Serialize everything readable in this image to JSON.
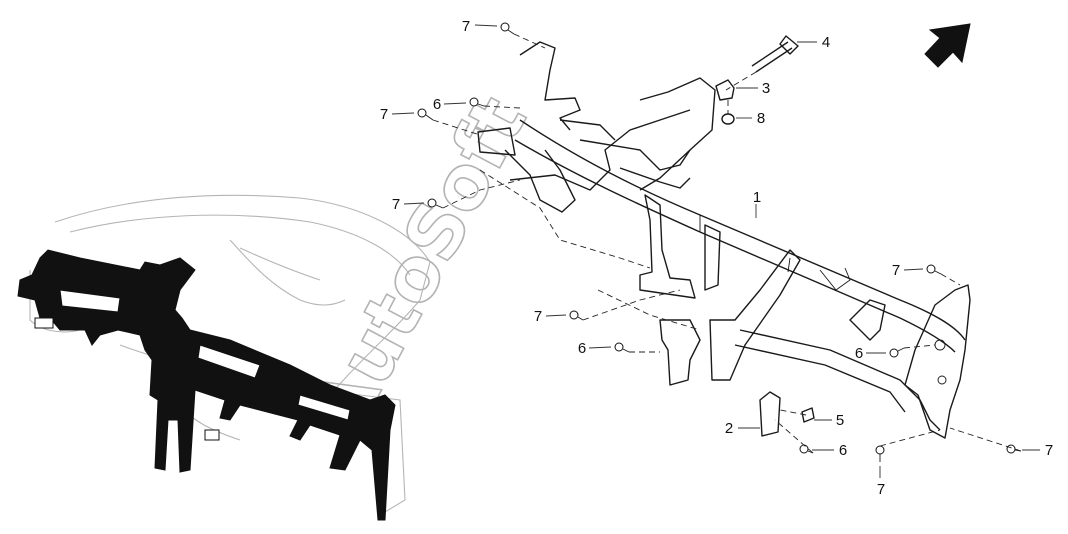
{
  "diagram": {
    "watermark": "AutoSoft",
    "callouts": [
      {
        "id": "c1",
        "label": "1"
      },
      {
        "id": "c2",
        "label": "2"
      },
      {
        "id": "c3",
        "label": "3"
      },
      {
        "id": "c4",
        "label": "4"
      },
      {
        "id": "c5",
        "label": "5"
      },
      {
        "id": "c6a",
        "label": "6"
      },
      {
        "id": "c6b",
        "label": "6"
      },
      {
        "id": "c6c",
        "label": "6"
      },
      {
        "id": "c6d",
        "label": "6"
      },
      {
        "id": "c7a",
        "label": "7"
      },
      {
        "id": "c7b",
        "label": "7"
      },
      {
        "id": "c7c",
        "label": "7"
      },
      {
        "id": "c7d",
        "label": "7"
      },
      {
        "id": "c7e",
        "label": "7"
      },
      {
        "id": "c7f",
        "label": "7"
      },
      {
        "id": "c7g",
        "label": "7"
      },
      {
        "id": "c8",
        "label": "8"
      }
    ],
    "orientation_arrow": "front-direction-arrow-icon"
  }
}
